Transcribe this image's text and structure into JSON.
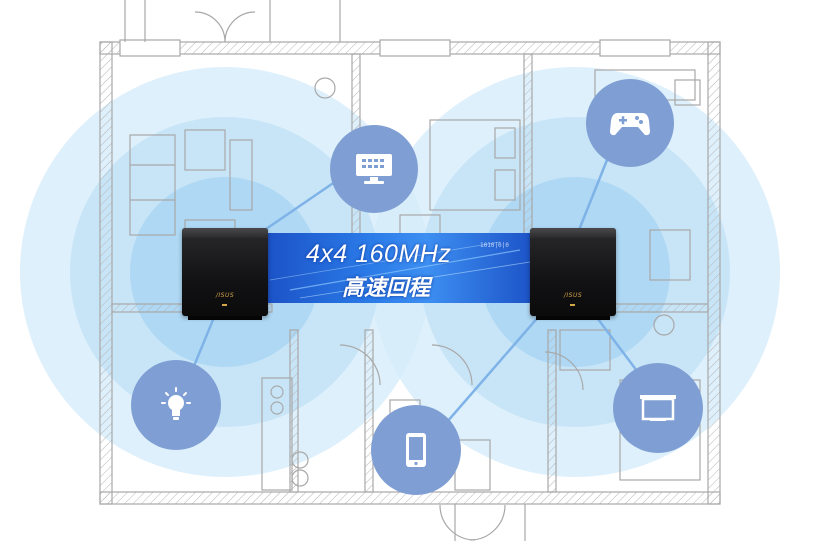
{
  "banner": {
    "line1": "4x4 160MHz",
    "line2": "高速回程",
    "bits": "1010|0|0"
  },
  "routers": [
    {
      "logo": "/ISUS"
    },
    {
      "logo": "/ISUS"
    }
  ],
  "devices": [
    {
      "icon": "tv-icon"
    },
    {
      "icon": "gamepad-icon"
    },
    {
      "icon": "lightbulb-icon"
    },
    {
      "icon": "smartphone-icon"
    },
    {
      "icon": "monitor-icon"
    }
  ],
  "colors": {
    "coverage": "#bfe1f7",
    "coverage_inner": "#9fd0f1",
    "device_circle": "#7f9fd4",
    "banner": "#1e63d6",
    "router": "#141416",
    "accent": "#d4a64a"
  }
}
